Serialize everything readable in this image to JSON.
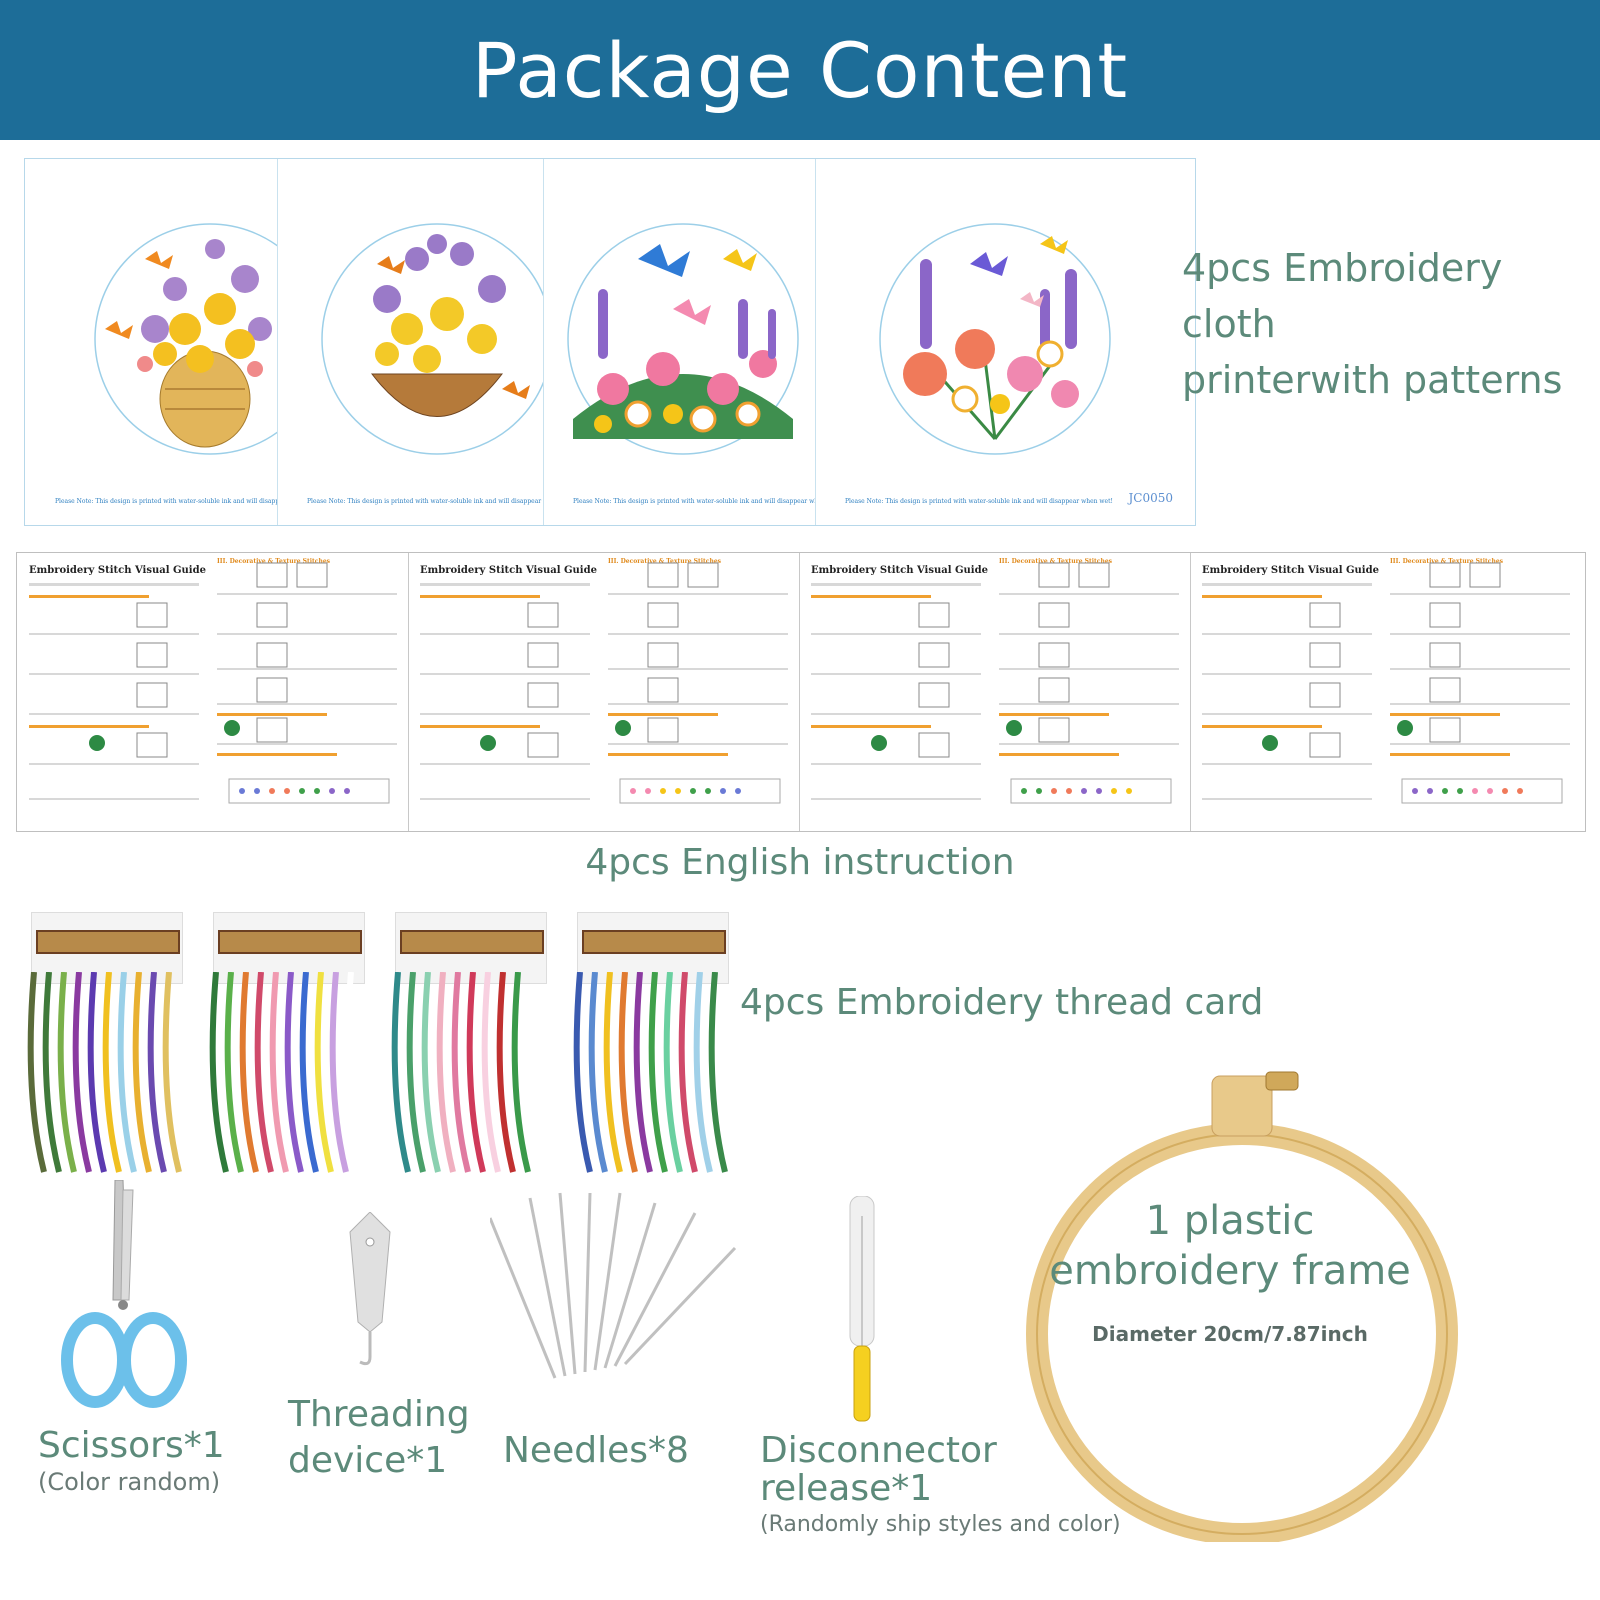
{
  "header": {
    "title": "Package Content"
  },
  "cloth": {
    "label_line1": "4pcs Embroidery cloth",
    "label_line2": "printerwith patterns",
    "note": "Please Note: This design is printed with water-soluble ink and will disappear when wet!",
    "code": "JC0050"
  },
  "instructions": {
    "label": "4pcs English instruction",
    "guide_title": "Embroidery Stitch Visual Guide",
    "guide_section": "III. Decorative & Texture Stitches"
  },
  "threads": {
    "label": "4pcs Embroidery thread card"
  },
  "items": {
    "scissors_label": "Scissors*1",
    "scissors_note": "(Color random)",
    "threader_line1": "Threading",
    "threader_line2": "device*1",
    "needles_label": "Needles*8",
    "ripper_line1": "Disconnector",
    "ripper_line2": "release*1",
    "ripper_note": "(Randomly ship styles and color)",
    "frame_line1": "1 plastic",
    "frame_line2": "embroidery frame",
    "frame_diameter": "Diameter 20cm/7.87inch"
  },
  "colors": {
    "banner": "#1d6d98",
    "label_green": "#5c8a7a",
    "hoop_wood": "#e8c98a",
    "scissors_blue": "#6cc0ea"
  }
}
